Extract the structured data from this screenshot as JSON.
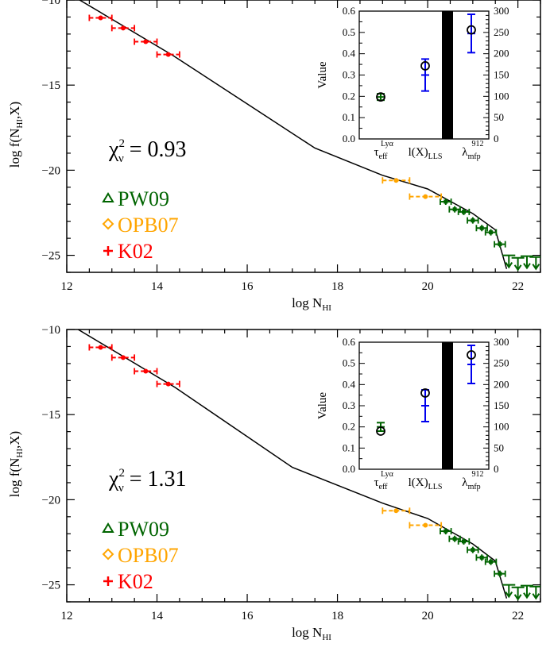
{
  "chart_data": [
    {
      "type": "scatter",
      "xlabel": "log N",
      "xlabel_sub": "HI",
      "ylabel": "log f(N",
      "ylabel_sub": "HI",
      "ylabel_end": ",X)",
      "xlim": [
        12,
        22.5
      ],
      "ylim": [
        -26,
        -10
      ],
      "xticks": [
        12,
        14,
        16,
        18,
        20,
        22
      ],
      "yticks": [
        -10,
        -15,
        -20,
        -25
      ],
      "chi2_text": "0.93",
      "chi2_symbol": "χ",
      "chi2_sub": "ν",
      "chi2_sup": "2",
      "model_line": [
        [
          12.0,
          -9.55
        ],
        [
          14.35,
          -13.25
        ],
        [
          17.5,
          -18.7
        ],
        [
          19.0,
          -20.3
        ],
        [
          20.0,
          -21.1
        ],
        [
          21.0,
          -22.55
        ],
        [
          21.5,
          -23.5
        ],
        [
          21.75,
          -25.8
        ]
      ],
      "series": [
        {
          "name": "PW09",
          "color": "#006400",
          "marker": "triangle",
          "points": [
            [
              20.4,
              -21.85,
              0.12
            ],
            [
              20.6,
              -22.3,
              0.12
            ],
            [
              20.8,
              -22.45,
              0.12
            ],
            [
              21.0,
              -22.95,
              0.12
            ],
            [
              21.2,
              -23.4,
              0.12
            ],
            [
              21.4,
              -23.65,
              0.12
            ],
            [
              21.6,
              -24.35,
              0.12
            ]
          ],
          "upper_limits": [
            [
              21.8,
              -25.0
            ],
            [
              22.0,
              -25.15
            ],
            [
              22.2,
              -25.05
            ],
            [
              22.4,
              -25.1
            ]
          ]
        },
        {
          "name": "OPB07",
          "color": "#ffa500",
          "marker": "diamond",
          "points": [
            [
              19.3,
              -20.6,
              0.3
            ],
            [
              19.95,
              -21.55,
              0.35
            ]
          ],
          "upper_limits": []
        },
        {
          "name": "K02",
          "color": "#ff0000",
          "marker": "plus",
          "points": [
            [
              12.75,
              -11.05,
              0.25
            ],
            [
              13.25,
              -11.65,
              0.25
            ],
            [
              13.75,
              -12.45,
              0.25
            ],
            [
              14.25,
              -13.2,
              0.25
            ]
          ],
          "upper_limits": []
        }
      ],
      "inset": {
        "ylabel": "Value",
        "ylim_left": [
          0,
          0.6
        ],
        "ylim_right": [
          0,
          300
        ],
        "yticks_left": [
          "0.0",
          "0.1",
          "0.2",
          "0.3",
          "0.4",
          "0.5",
          "0.6"
        ],
        "yticks_right": [
          "0",
          "50",
          "100",
          "150",
          "200",
          "250",
          "300"
        ],
        "xlabels": [
          {
            "main": "τ",
            "sub": "eff",
            "sup": "Lyα"
          },
          {
            "main": "l(X)",
            "sub": "LLS",
            "sup": ""
          },
          {
            "main": "λ",
            "sub": "mfp",
            "sup": "912"
          }
        ],
        "model": [
          0.197,
          0.343,
          0.512
        ],
        "observed": [
          {
            "value": 0.197,
            "err": 0.015
          },
          {
            "value": 0.3,
            "err": 0.075
          },
          {
            "value": 0.495,
            "err": 0.09
          }
        ]
      }
    },
    {
      "type": "scatter",
      "xlabel": "log N",
      "xlabel_sub": "HI",
      "ylabel": "log f(N",
      "ylabel_sub": "HI",
      "ylabel_end": ",X)",
      "xlim": [
        12,
        22.5
      ],
      "ylim": [
        -26,
        -10
      ],
      "xticks": [
        12,
        14,
        16,
        18,
        20,
        22
      ],
      "yticks": [
        -10,
        -15,
        -20,
        -25
      ],
      "chi2_text": "1.31",
      "chi2_symbol": "χ",
      "chi2_sub": "ν",
      "chi2_sup": "2",
      "model_line": [
        [
          12.0,
          -9.6
        ],
        [
          14.4,
          -13.4
        ],
        [
          17.0,
          -18.1
        ],
        [
          19.0,
          -20.2
        ],
        [
          20.0,
          -21.1
        ],
        [
          21.0,
          -22.6
        ],
        [
          21.5,
          -23.6
        ],
        [
          21.75,
          -25.8
        ]
      ],
      "series": [
        {
          "name": "PW09",
          "color": "#006400",
          "marker": "triangle",
          "points": [
            [
              20.4,
              -21.85,
              0.12
            ],
            [
              20.6,
              -22.3,
              0.12
            ],
            [
              20.8,
              -22.45,
              0.12
            ],
            [
              21.0,
              -22.95,
              0.12
            ],
            [
              21.2,
              -23.4,
              0.12
            ],
            [
              21.4,
              -23.65,
              0.12
            ],
            [
              21.6,
              -24.35,
              0.12
            ]
          ],
          "upper_limits": [
            [
              21.8,
              -25.0
            ],
            [
              22.0,
              -25.15
            ],
            [
              22.2,
              -25.05
            ],
            [
              22.4,
              -25.1
            ]
          ]
        },
        {
          "name": "OPB07",
          "color": "#ffa500",
          "marker": "diamond",
          "points": [
            [
              19.3,
              -20.65,
              0.3
            ],
            [
              19.95,
              -21.5,
              0.35
            ]
          ],
          "upper_limits": []
        },
        {
          "name": "K02",
          "color": "#ff0000",
          "marker": "plus",
          "points": [
            [
              12.75,
              -11.05,
              0.25
            ],
            [
              13.25,
              -11.65,
              0.25
            ],
            [
              13.75,
              -12.45,
              0.25
            ],
            [
              14.25,
              -13.2,
              0.25
            ]
          ],
          "upper_limits": []
        }
      ],
      "inset": {
        "ylabel": "Value",
        "ylim_left": [
          0,
          0.6
        ],
        "ylim_right": [
          0,
          300
        ],
        "yticks_left": [
          "0.0",
          "0.1",
          "0.2",
          "0.3",
          "0.4",
          "0.5",
          "0.6"
        ],
        "yticks_right": [
          "0",
          "50",
          "100",
          "150",
          "200",
          "250",
          "300"
        ],
        "xlabels": [
          {
            "main": "τ",
            "sub": "eff",
            "sup": "Lyα"
          },
          {
            "main": "l(X)",
            "sub": "LLS",
            "sup": ""
          },
          {
            "main": "λ",
            "sub": "mfp",
            "sup": "912"
          }
        ],
        "model": [
          0.18,
          0.36,
          0.54
        ],
        "observed": [
          {
            "value": 0.2,
            "err": 0.02
          },
          {
            "value": 0.3,
            "err": 0.075
          },
          {
            "value": 0.495,
            "err": 0.09
          }
        ]
      }
    }
  ]
}
